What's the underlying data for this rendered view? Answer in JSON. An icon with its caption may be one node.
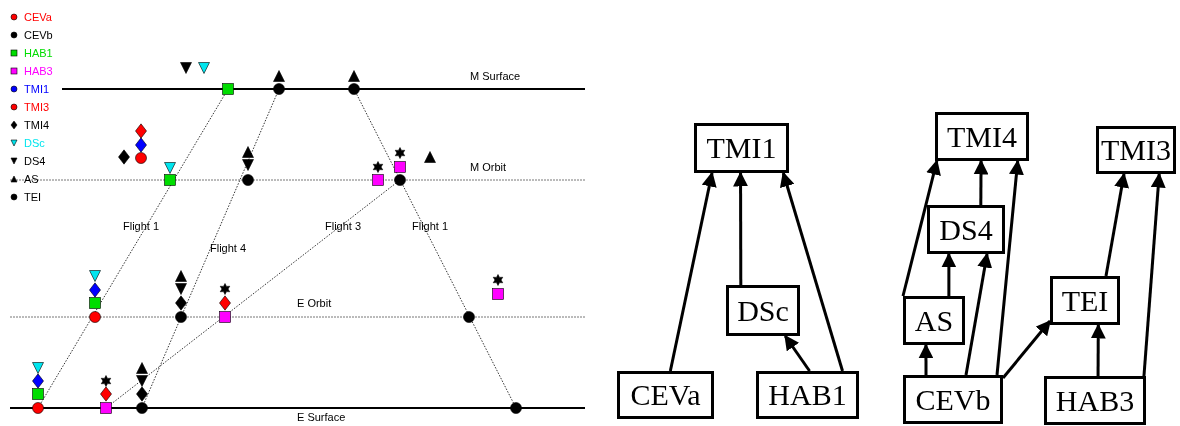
{
  "diagram": {
    "nodes": [
      {
        "text": [
          "TMI1"
        ]
      },
      {
        "text": [
          "TMI4"
        ]
      },
      {
        "text": [
          "TMI3"
        ]
      },
      {
        "text": [
          "DS4"
        ]
      },
      {
        "text": [
          "DSc"
        ]
      },
      {
        "text": [
          "TEI"
        ]
      },
      {
        "text": [
          "AS"
        ]
      },
      {
        "text": [
          "CEVa"
        ]
      },
      {
        "text": [
          "HAB1"
        ]
      },
      {
        "text": [
          "CEVb"
        ]
      },
      {
        "text": [
          "HAB3"
        ]
      }
    ],
    "edges": [
      {
        "from": 7,
        "to": 0,
        "arrow": "to"
      },
      {
        "from": 4,
        "to": 0,
        "arrow": "to"
      },
      {
        "from": 8,
        "to": 0,
        "arrow": "to"
      },
      {
        "from": 8,
        "to": 4,
        "arrow": "to"
      },
      {
        "from": 6,
        "to": 1,
        "arrow": "to"
      },
      {
        "from": 3,
        "to": 1,
        "arrow": "to"
      },
      {
        "from": 9,
        "to": 1,
        "arrow": "to"
      },
      {
        "from": 6,
        "to": 3,
        "arrow": "to"
      },
      {
        "from": 9,
        "to": 3,
        "arrow": "to"
      },
      {
        "from": 9,
        "to": 6,
        "arrow": "to"
      },
      {
        "from": 9,
        "to": 5,
        "arrow": "to"
      },
      {
        "from": 5,
        "to": 2,
        "arrow": "to"
      },
      {
        "from": 10,
        "to": 5,
        "arrow": "to"
      },
      {
        "from": 10,
        "to": 2,
        "arrow": "to"
      }
    ],
    "labels": [
      "M Surface",
      "M Orbit",
      "Flight 1",
      "Flight 4",
      "Flight 3",
      "Flight 1",
      "E Orbit",
      "E Surface"
    ],
    "legend": [
      {
        "text": "CEVa"
      },
      {
        "text": "CEVb"
      },
      {
        "text": "HAB1"
      },
      {
        "text": "HAB3"
      },
      {
        "text": "TMI1"
      },
      {
        "text": "TMI3"
      },
      {
        "text": "TMI4"
      },
      {
        "text": "DSc"
      },
      {
        "text": "DS4"
      },
      {
        "text": "AS"
      },
      {
        "text": "TEI"
      }
    ]
  }
}
